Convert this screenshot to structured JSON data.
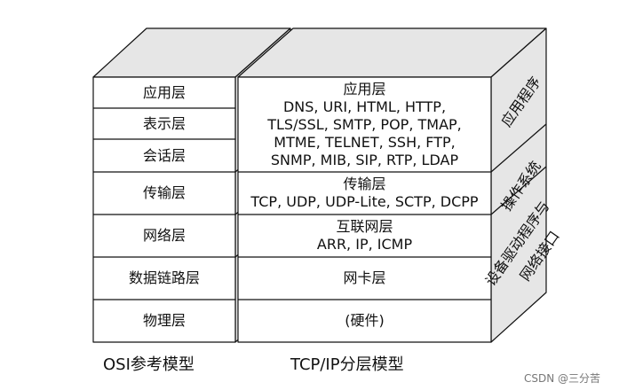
{
  "osi": {
    "layers": [
      "应用层",
      "表示层",
      "会话层",
      "传输层",
      "网络层",
      "数据链路层",
      "物理层"
    ],
    "caption": "OSI参考模型"
  },
  "tcpip": {
    "layers": [
      {
        "name": "应用层",
        "protocols": [
          "DNS, URI, HTML, HTTP,",
          "TLS/SSL, SMTP, POP, TMAP,",
          "MTME, TELNET, SSH, FTP,",
          "SNMP, MIB, SIP, RTP, LDAP"
        ]
      },
      {
        "name": "传输层",
        "protocols": [
          "TCP, UDP, UDP-Lite, SCTP, DCPP"
        ]
      },
      {
        "name": "互联网层",
        "protocols": [
          "ARR, IP, ICMP"
        ]
      },
      {
        "name": "网卡层",
        "protocols": []
      },
      {
        "name": "(硬件)",
        "protocols": []
      }
    ],
    "caption": "TCP/IP分层模型",
    "side_labels": [
      "应用程序",
      "操作系统",
      "设备驱动程序与",
      "网络接口"
    ]
  },
  "watermark": "CSDN @三分苦",
  "colors": {
    "line": "#111111",
    "box_face": "#ffffff",
    "box_side": "#e6e6e6",
    "box_top": "#e6e6e6"
  }
}
